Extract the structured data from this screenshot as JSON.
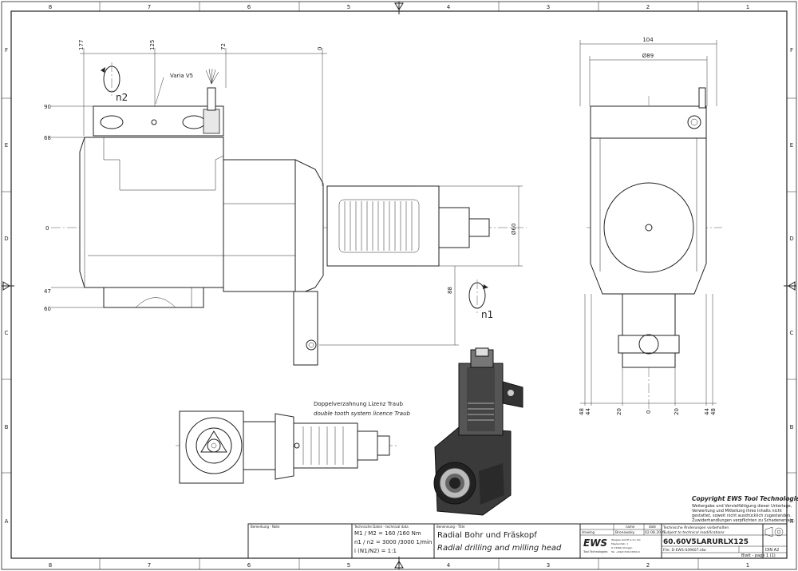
{
  "frame": {
    "columns": [
      "8",
      "7",
      "6",
      "5",
      "4",
      "3",
      "2",
      "1"
    ],
    "rows": [
      "F",
      "E",
      "D",
      "C",
      "B",
      "A"
    ]
  },
  "side_view": {
    "dims_top": [
      "177",
      "125",
      "72",
      "0"
    ],
    "dims_left": [
      "90",
      "68",
      "0",
      "47",
      "60"
    ],
    "varia_label": "Varia V5",
    "n2_label": "n2",
    "n1_label": "n1",
    "dia_label": "Ø60",
    "dim_88": "88"
  },
  "front_view": {
    "dim_104": "104",
    "dim_89": "Ø89",
    "dims_bottom": [
      "48",
      "44",
      "20",
      "0",
      "20",
      "44",
      "48"
    ]
  },
  "note": {
    "line1": "Doppelverzahnung Lizenz Traub",
    "line2": "double tooth system licence Traub"
  },
  "copyright": {
    "title_prefix": "Copyright ",
    "title_brand": "EWS",
    "title_suffix": " Tool Technologies",
    "lines": [
      "Weitergabe und Vervielfältigung dieser Unterlage,",
      "Verwertung und Mitteilung ihres Inhalts nicht",
      "gestattet, soweit nicht ausdrücklich zugestanden.",
      "Zuwiderhandlungen verpflichten zu Schadenersatz."
    ]
  },
  "title_block": {
    "remark_header": "Bemerkung - Note",
    "tech_header": "Technische Daten - technical data",
    "m_line": "M1 / M2 = 160 /160 Nm",
    "n_line": "n1 / n2 = 3000 /3000  1/min",
    "i_line": "i (N1/N2) = 1:1",
    "title_header": "Benennung - Title",
    "title_de": "Radial Bohr und Fräskopf",
    "title_en": "Radial drilling and milling head",
    "name_header": "name",
    "date_header": "date",
    "drawing_label": "drawing",
    "drawer": "Bronowsky",
    "date": "02.08.2007",
    "company_logo": "EWS",
    "company_sub": "Tool Technologies",
    "company_lines": [
      "Weigele GmbH & Co. KG",
      "Maybachstr. 1",
      "D-73466 Uhingen",
      "Tel. +49(0)7161/3950-0"
    ],
    "mod_de": "Technische Änderungen vorbehalten",
    "mod_en": "Subject to technical modifications",
    "part_no": "60.60V5LARURLX125",
    "file": "File: D-EWS-049407.idw",
    "format": "DIN A2",
    "sheet": "Blatt - page  1 (1)"
  }
}
